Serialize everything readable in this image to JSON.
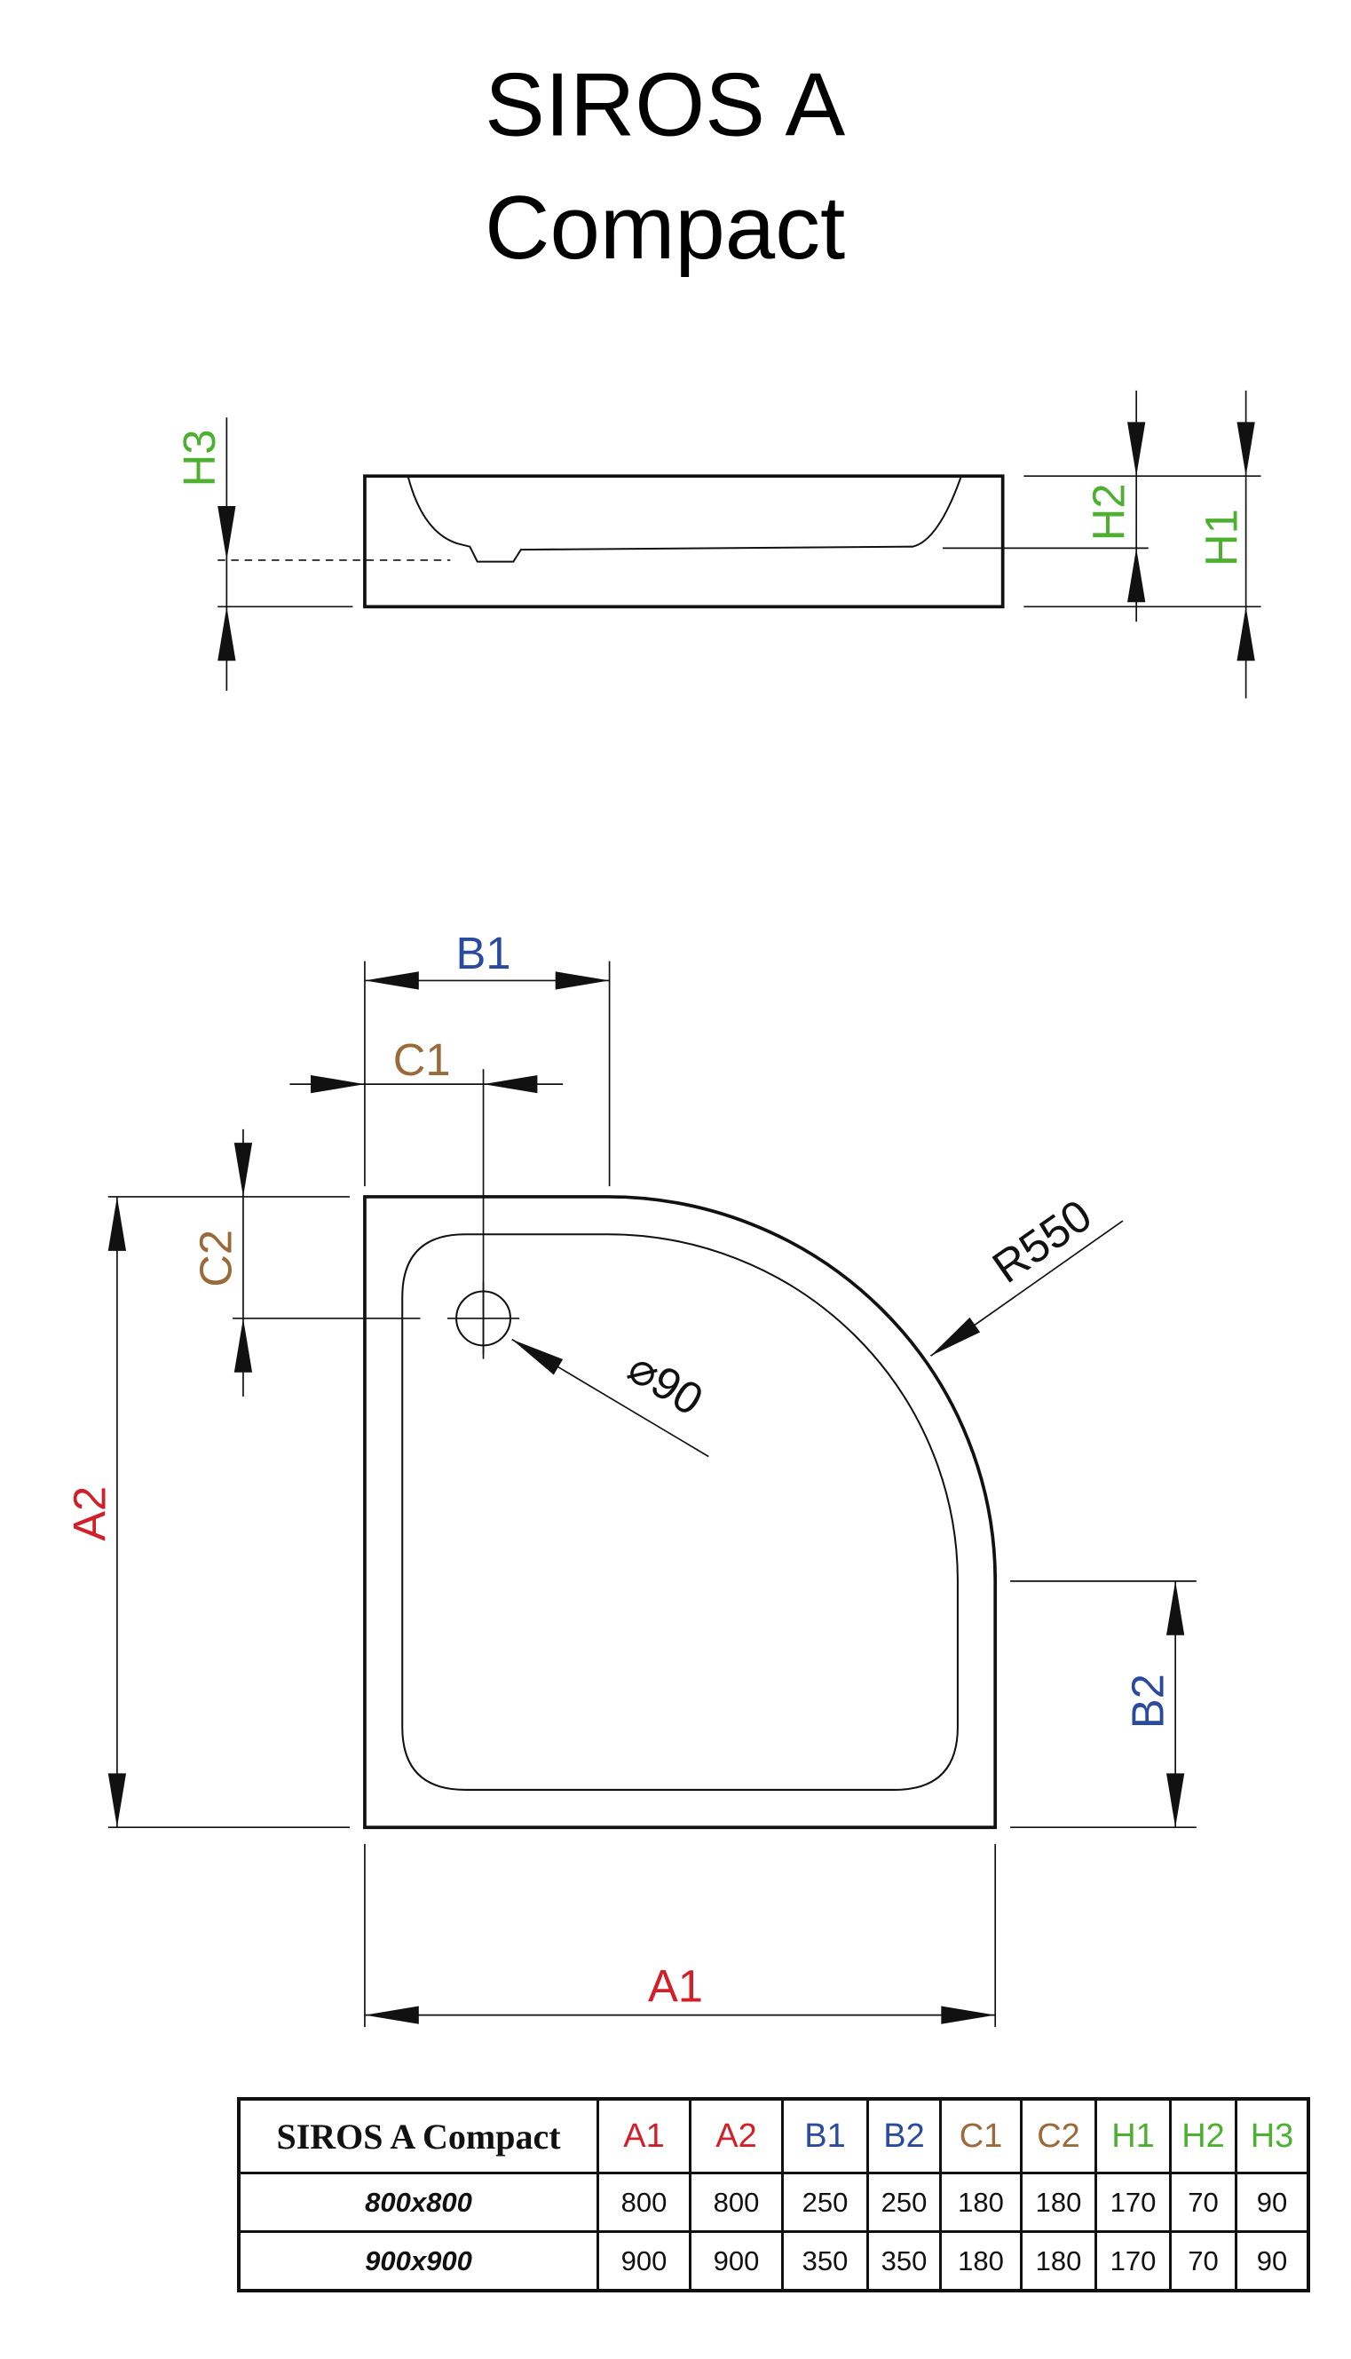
{
  "title": {
    "line1": "SIROS A",
    "line2": "Compact"
  },
  "colors": {
    "A": "#d0202a",
    "B": "#2a4aa0",
    "C": "#9a6a3a",
    "H": "#4db030"
  },
  "side_view": {
    "labels": {
      "H1": "H1",
      "H2": "H2",
      "H3": "H3"
    }
  },
  "top_view": {
    "labels": {
      "A1": "A1",
      "A2": "A2",
      "B1": "B1",
      "B2": "B2",
      "C1": "C1",
      "C2": "C2"
    },
    "radius_label": "R550",
    "drain_label": "⌀90"
  },
  "table": {
    "name": "SIROS A Compact",
    "headers": [
      "A1",
      "A2",
      "B1",
      "B2",
      "C1",
      "C2",
      "H1",
      "H2",
      "H3"
    ],
    "rows": [
      {
        "size": "800x800",
        "values": [
          "800",
          "800",
          "250",
          "250",
          "180",
          "180",
          "170",
          "70",
          "90"
        ]
      },
      {
        "size": "900x900",
        "values": [
          "900",
          "900",
          "350",
          "350",
          "180",
          "180",
          "170",
          "70",
          "90"
        ]
      }
    ]
  }
}
